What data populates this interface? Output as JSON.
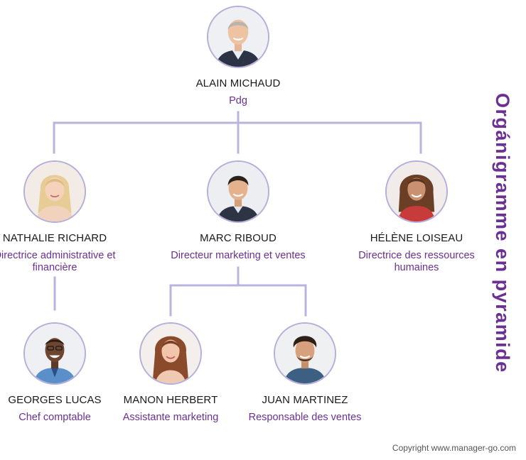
{
  "title": "Orgánigramme en pyramide",
  "footer": "Copyright www.manager-go.com",
  "colors": {
    "connector": "#b9b4dd",
    "role_text": "#6a3092",
    "avatar_border": "#b5aedb"
  },
  "people": {
    "ceo": {
      "name": "ALAIN MICHAUD",
      "role": "Pdg",
      "avatar": "man-grey-hair-portrait"
    },
    "admin": {
      "name": "NATHALIE RICHARD",
      "role": "Directrice administrative et financière",
      "avatar": "woman-blonde-portrait"
    },
    "marketing": {
      "name": "MARC RIBOUD",
      "role": "Directeur marketing et ventes",
      "avatar": "man-dark-hair-portrait"
    },
    "hr": {
      "name": "HÉLÈNE LOISEAU",
      "role": "Directrice des ressources humaines",
      "avatar": "woman-curly-hair-portrait"
    },
    "accountant": {
      "name": "GEORGES LUCAS",
      "role": "Chef comptable",
      "avatar": "man-smiling-glasses-portrait"
    },
    "assistant": {
      "name": "MANON HERBERT",
      "role": "Assistante marketing",
      "avatar": "woman-long-brown-hair-portrait"
    },
    "sales": {
      "name": "JUAN MARTINEZ",
      "role": "Responsable des ventes",
      "avatar": "man-curly-hair-portrait"
    }
  }
}
